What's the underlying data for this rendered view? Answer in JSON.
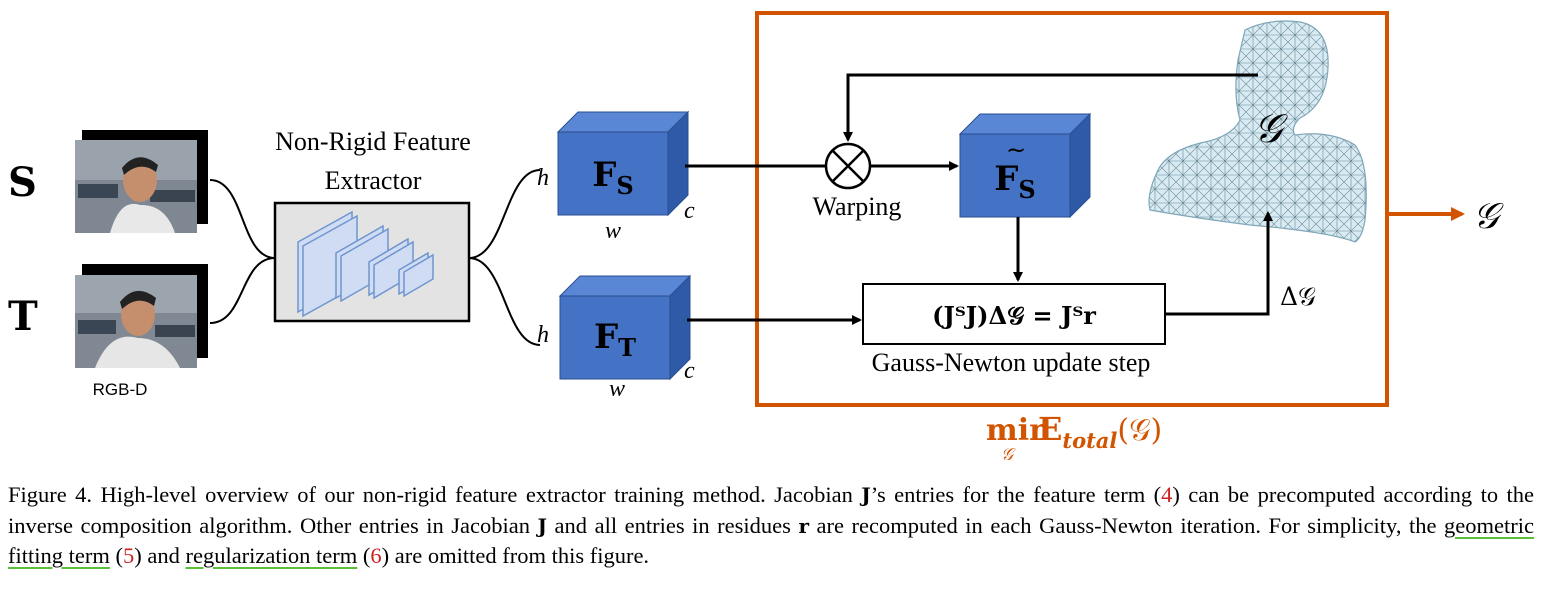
{
  "inputs": {
    "source_label": "S",
    "target_label": "T",
    "modality_label": "RGB-D"
  },
  "extractor": {
    "title_line1": "Non-Rigid Feature",
    "title_line2": "Extractor"
  },
  "features": {
    "source": {
      "symbol": "F",
      "subscript": "S"
    },
    "target": {
      "symbol": "F",
      "subscript": "T"
    },
    "dim_h": "h",
    "dim_w": "w",
    "dim_c": "c"
  },
  "optimization": {
    "warping_label": "Warping",
    "warped_symbol": "F",
    "warped_tilde": "~",
    "warped_subscript": "S",
    "equation": "(JᵀJ)Δ𝒢 = Jᵀr",
    "update_label": "Gauss-Newton update step",
    "delta_label": "Δ𝒢",
    "mesh_label": "𝒢",
    "objective_min": "min",
    "objective_sub": "𝒢",
    "objective_E": "E",
    "objective_E_sub": "total",
    "objective_arg": "(𝒢)",
    "output_label": "𝒢"
  },
  "colors": {
    "feature_front": "#4472c4",
    "feature_top": "#5a86d6",
    "feature_side": "#2e5aa7",
    "frame_orange": "#d35400",
    "extractor_fill": "#e3e3e3",
    "layer_fill": "#cfdcf3",
    "layer_stroke": "#6f95d0",
    "mesh_fill": "#d8eaf2",
    "caption_ref": "#d02020",
    "caption_underline": "#5bbf3a"
  },
  "caption": {
    "part1": "Figure 4. High-level overview of our non-rigid feature extractor training method. Jacobian ",
    "J1": "J",
    "part2": "’s entries for the feature term (",
    "ref4": "4",
    "part3": ") can be precomputed according to the inverse composition algorithm. Other entries in Jacobian ",
    "J2": "J",
    "part4": " and all entries in residues ",
    "r": "r",
    "part5": " are recomputed in each Gauss-Newton iteration. For simplicity, the ",
    "geometric": "geometric fitting term",
    "part6": " (",
    "ref5": "5",
    "part7": ") and ",
    "regularization": "regularization term",
    "part8": " (",
    "ref6": "6",
    "part9": ") are omitted from this figure."
  }
}
